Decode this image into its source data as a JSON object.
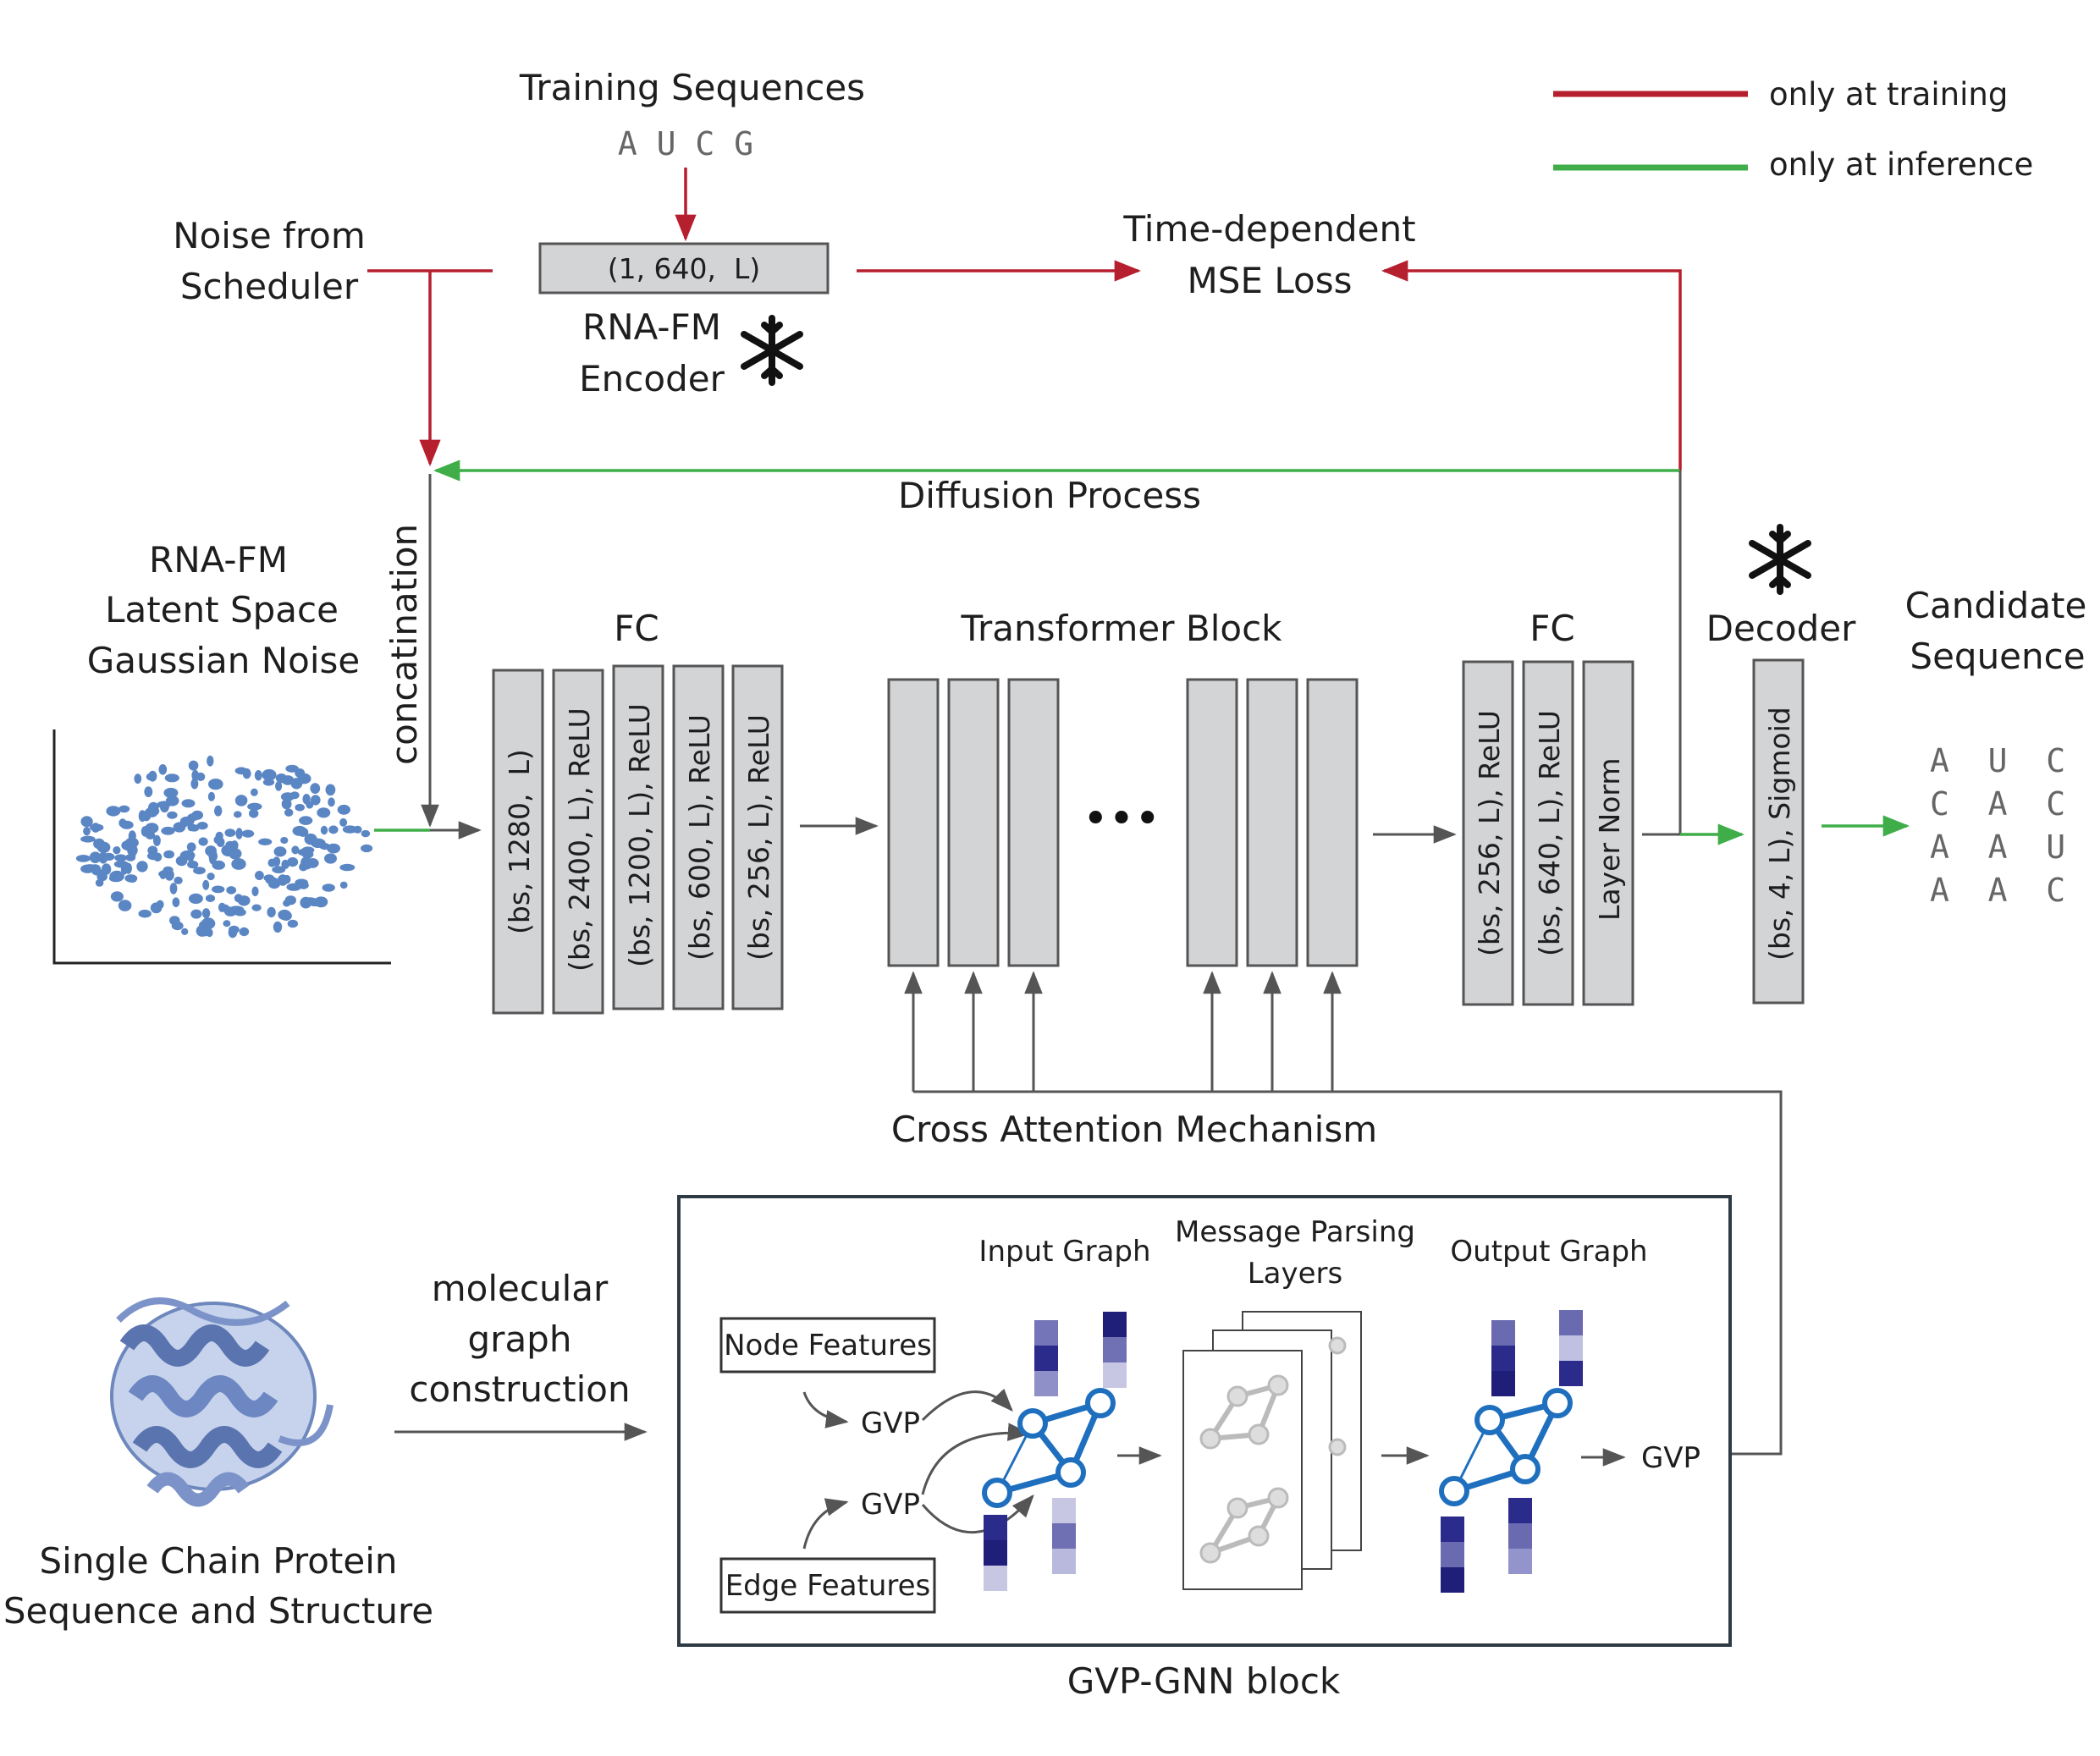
{
  "legend": {
    "training": "only at training",
    "inference": "only at inference",
    "colors": {
      "training": "#b51f2e",
      "inference": "#3fae49"
    }
  },
  "top": {
    "training_sequences": "Training Sequences",
    "training_letters": "A U C G",
    "noise_line1": "Noise from",
    "noise_line2": "Scheduler",
    "encoder_box": "(1, 640,  L)",
    "encoder_line1": "RNA-FM",
    "encoder_line2": "Encoder",
    "loss_line1": "Time-dependent",
    "loss_line2": "MSE Loss",
    "diffusion": "Diffusion Process",
    "concatination": "concatination"
  },
  "latent": {
    "line1": "RNA-FM",
    "line2": "Latent Space",
    "line3": "Gaussian Noise"
  },
  "fc_in": {
    "title": "FC",
    "layers": [
      "(bs, 1280,  L)",
      "(bs, 2400, L), ReLU",
      "(bs, 1200, L), ReLU",
      "(bs, 600, L), ReLU",
      "(bs, 256, L), ReLU"
    ]
  },
  "transformer": {
    "title": "Transformer Block",
    "ellipsis": "•••"
  },
  "fc_out": {
    "title": "FC",
    "layers": [
      "(bs, 256, L), ReLU",
      "(bs, 640, L), ReLU",
      "Layer Norm"
    ]
  },
  "decoder": {
    "title": "Decoder",
    "box": "(bs, 4, L), Sigmoid"
  },
  "candidate": {
    "line1": "Candidate",
    "line2": "Sequence",
    "rows": [
      "A  U  C  G",
      "C  A  C  A",
      "A  A  U  G",
      "A  A  C  C"
    ]
  },
  "cross_attention": "Cross Attention Mechanism",
  "protein": {
    "line1": "Single Chain Protein",
    "line2": "Sequence and Structure",
    "construction": [
      "molecular",
      "graph",
      "construction"
    ]
  },
  "gvp": {
    "block_label": "GVP-GNN block",
    "input_graph": "Input Graph",
    "message_line1": "Message Parsing",
    "message_line2": "Layers",
    "output_graph": "Output Graph",
    "node_features": "Node Features",
    "edge_features": "Edge Features",
    "gvp": "GVP"
  }
}
